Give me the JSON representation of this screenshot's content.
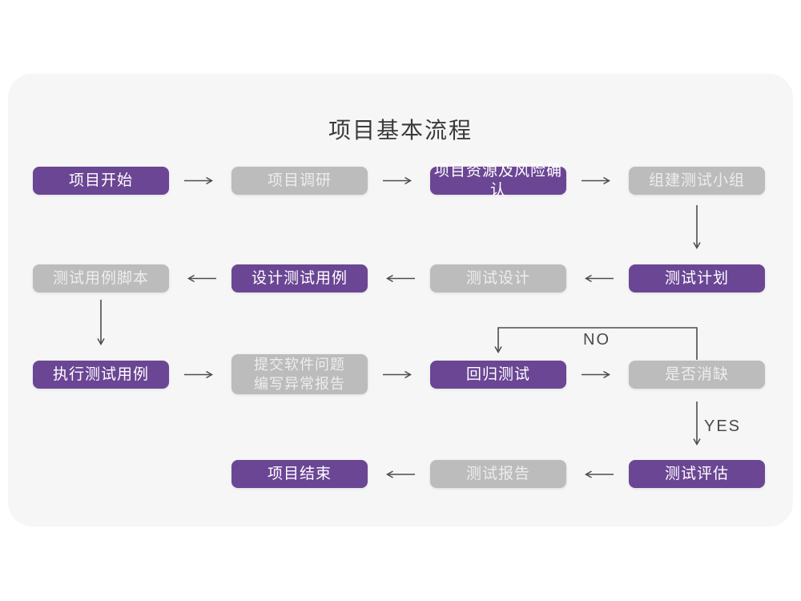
{
  "page": {
    "title": "项目基本流程"
  },
  "colors": {
    "accent_purple": "#6b4694",
    "node_gray": "#bcbcbc",
    "card_background": "#f6f6f7",
    "arrow": "#4d4d4d",
    "title_text": "#3a3a3a"
  },
  "nodes": {
    "start": {
      "label": "项目开始",
      "style": "purple"
    },
    "research": {
      "label": "项目调研",
      "style": "gray"
    },
    "risk": {
      "label": "项目资源及风险确认",
      "style": "purple"
    },
    "team": {
      "label": "组建测试小组",
      "style": "gray"
    },
    "plan": {
      "label": "测试计划",
      "style": "purple"
    },
    "design": {
      "label": "测试设计",
      "style": "gray"
    },
    "case_design": {
      "label": "设计测试用例",
      "style": "purple"
    },
    "script": {
      "label": "测试用例脚本",
      "style": "gray"
    },
    "execute": {
      "label": "执行测试用例",
      "style": "purple"
    },
    "submit": {
      "label": "提交软件问题\n编写异常报告",
      "style": "gray"
    },
    "regression": {
      "label": "回归测试",
      "style": "purple"
    },
    "defect_check": {
      "label": "是否消缺",
      "style": "gray"
    },
    "evaluate": {
      "label": "测试评估",
      "style": "purple"
    },
    "report": {
      "label": "测试报告",
      "style": "gray"
    },
    "end": {
      "label": "项目结束",
      "style": "purple"
    }
  },
  "edge_labels": {
    "no": "NO",
    "yes": "YES"
  }
}
